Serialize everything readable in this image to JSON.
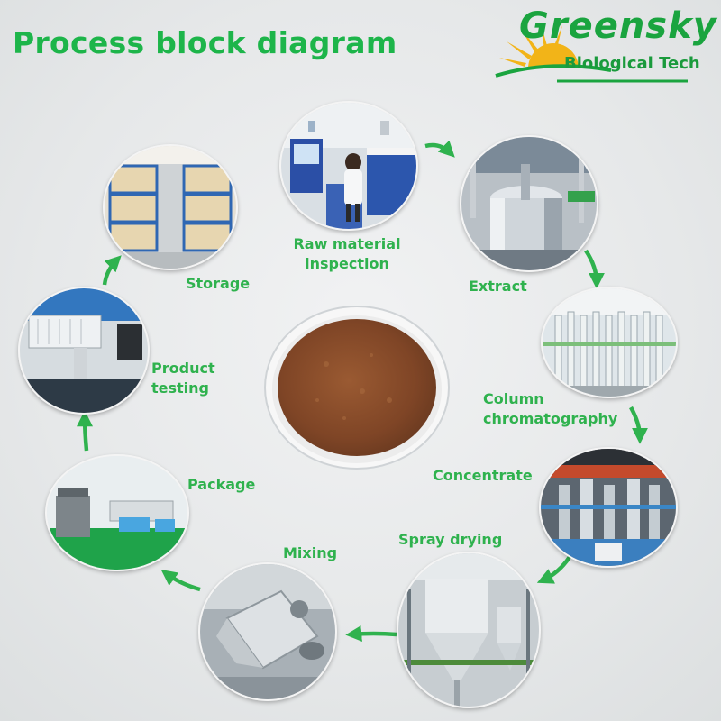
{
  "title": "Process block diagram",
  "brand": {
    "name": "Greensky",
    "subtitle": "Biological Tech"
  },
  "colors": {
    "green": "#2fb24e",
    "title_green": "#1db54a",
    "logo_green": "#1aa43f",
    "sun": "#f2b418",
    "powder": "#8b4f2b"
  },
  "steps": [
    {
      "label": "Raw material inspection"
    },
    {
      "label": "Extract"
    },
    {
      "label": "Column chromatography"
    },
    {
      "label": "Concentrate"
    },
    {
      "label": "Spray drying"
    },
    {
      "label": "Mixing"
    },
    {
      "label": "Package"
    },
    {
      "label": "Product testing"
    },
    {
      "label": "Storage"
    }
  ],
  "center": {
    "image": "powder-dish"
  }
}
